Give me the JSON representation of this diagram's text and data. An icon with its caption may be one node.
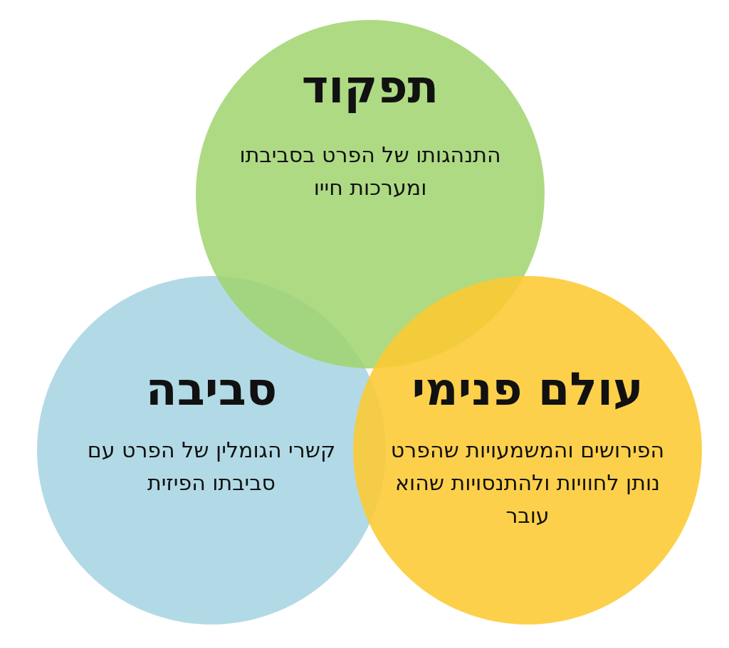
{
  "diagram": {
    "nodes": [
      {
        "text": [
          "תפקוד",
          "התנהגותו של הפרט בסביבתו ומערכות חייו"
        ]
      },
      {
        "text": [
          "עולם פנימי",
          "הפירושים והמשמעויות שהפרט נותן לחוויות ולהתנסויות שהוא עובר"
        ]
      },
      {
        "text": [
          "סביבה",
          "קשרי הגומלין של הפרט עם סביבתו הפיזית"
        ]
      }
    ]
  }
}
